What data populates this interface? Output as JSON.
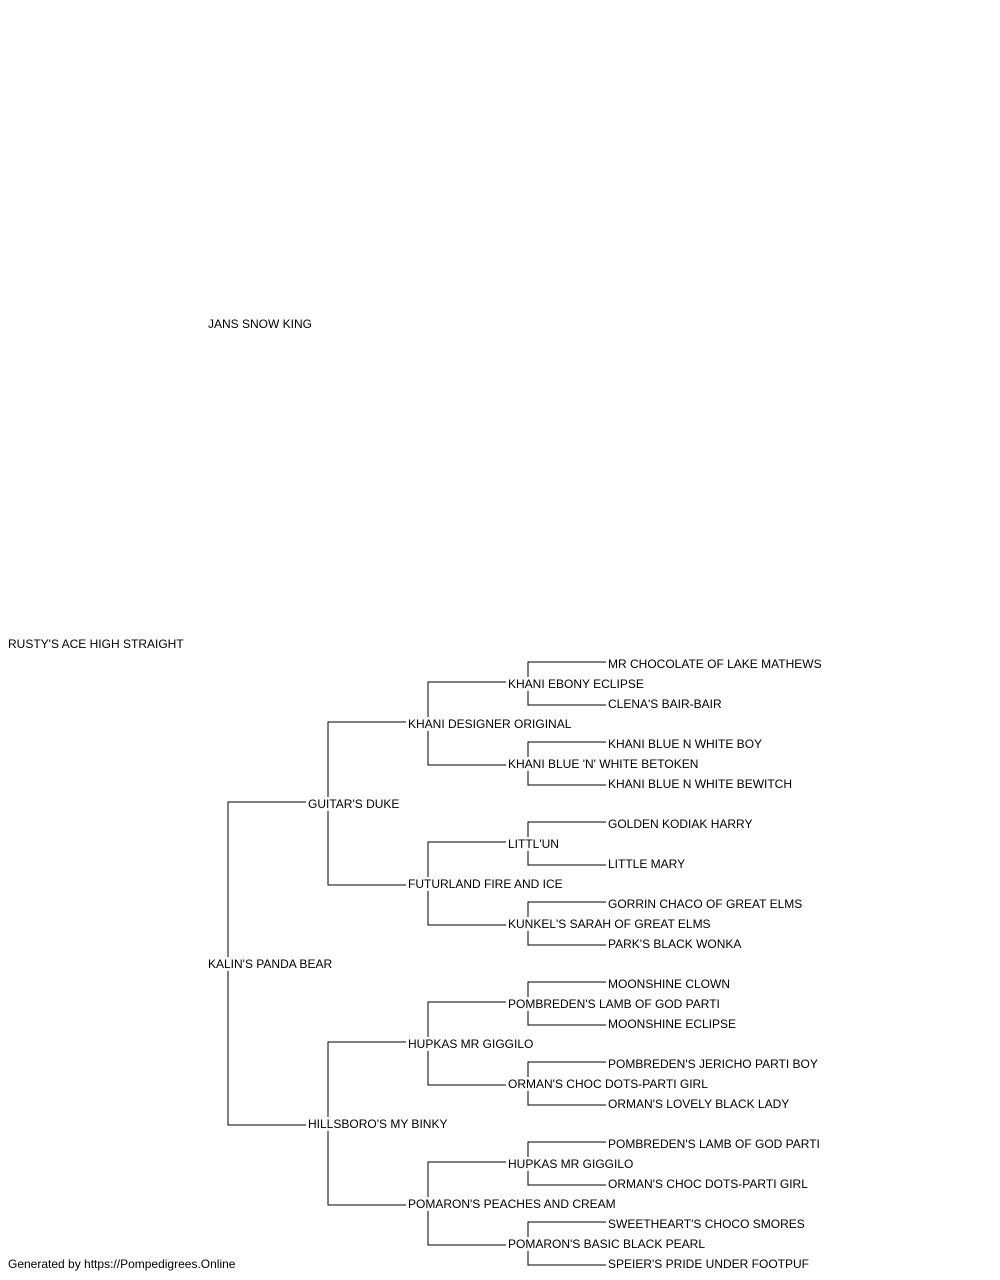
{
  "pedigree": {
    "root": "RUSTY'S ACE HIGH STRAIGHT",
    "sire": "JANS SNOW KING",
    "dam": {
      "name": "KALIN'S PANDA BEAR",
      "sire": {
        "name": "GUITAR'S DUKE",
        "sire": {
          "name": "KHANI DESIGNER ORIGINAL",
          "sire": {
            "name": "KHANI EBONY ECLIPSE",
            "sire": "MR CHOCOLATE OF LAKE MATHEWS",
            "dam": "CLENA'S BAIR-BAIR"
          },
          "dam": {
            "name": "KHANI BLUE 'N' WHITE BETOKEN",
            "sire": "KHANI BLUE N WHITE BOY",
            "dam": "KHANI BLUE N WHITE BEWITCH"
          }
        },
        "dam": {
          "name": "FUTURLAND FIRE AND ICE",
          "sire": {
            "name": "LITTL'UN",
            "sire": "GOLDEN KODIAK HARRY",
            "dam": "LITTLE MARY"
          },
          "dam": {
            "name": "KUNKEL'S SARAH OF GREAT ELMS",
            "sire": "GORRIN CHACO OF GREAT ELMS",
            "dam": "PARK'S BLACK WONKA"
          }
        }
      },
      "dam": {
        "name": "HILLSBORO'S MY BINKY",
        "sire": {
          "name": "HUPKAS MR GIGGILO",
          "sire": {
            "name": "POMBREDEN'S LAMB OF GOD PARTI",
            "sire": "MOONSHINE CLOWN",
            "dam": "MOONSHINE ECLIPSE"
          },
          "dam": {
            "name": "ORMAN'S CHOC DOTS-PARTI GIRL",
            "sire": "POMBREDEN'S JERICHO PARTI BOY",
            "dam": "ORMAN'S LOVELY BLACK LADY"
          }
        },
        "dam": {
          "name": "POMARON'S PEACHES AND CREAM",
          "sire": {
            "name": "HUPKAS MR GIGGILO",
            "sire": "POMBREDEN'S LAMB OF GOD PARTI",
            "dam": "ORMAN'S CHOC DOTS-PARTI GIRL"
          },
          "dam": {
            "name": "POMARON'S BASIC BLACK PEARL",
            "sire": "SWEETHEART'S CHOCO SMORES",
            "dam": "SPEIER'S PRIDE UNDER FOOTPUF"
          }
        }
      }
    }
  },
  "footer": "Generated by https://Pompedigrees.Online"
}
